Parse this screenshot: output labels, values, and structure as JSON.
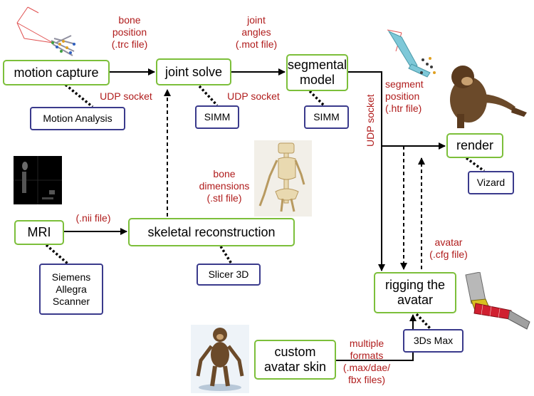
{
  "nodes": {
    "motion_capture": "motion capture",
    "joint_solve": "joint solve",
    "segmental_model": "segmental\nmodel",
    "render": "render",
    "mri": "MRI",
    "skeletal_reconstruction": "skeletal reconstruction",
    "rigging": "rigging the\navatar",
    "custom_skin": "custom\navatar skin"
  },
  "tools": {
    "motion_analysis": "Motion Analysis",
    "simm_1": "SIMM",
    "simm_2": "SIMM",
    "vizard": "Vizard",
    "siemens": "Siemens\nAllegra\nScanner",
    "slicer": "Slicer 3D",
    "max": "3Ds Max"
  },
  "labels": {
    "bone_position": "bone\nposition\n(.trc file)",
    "joint_angles": "joint\nangles\n(.mot file)",
    "udp_1": "UDP socket",
    "udp_2": "UDP socket",
    "udp_vertical": "UDP socket",
    "segment_position": "segment\nposition\n(.htr file)",
    "bone_dimensions": "bone\ndimensions\n(.stl file)",
    "nii_file": "(.nii file)",
    "avatar_cfg": "avatar\n(.cfg file)",
    "multiple_formats": "multiple\nformats\n(.max/dae/\nfbx files)"
  },
  "colors": {
    "process_border": "#7cbf3a",
    "tool_border": "#3a3a8c",
    "annotation_text": "#b01c1c",
    "arrow": "#000000"
  },
  "images": [
    "mocap-hand-model-image",
    "mri-scan-image",
    "skeleton-image",
    "segmental-arm-model-image",
    "monkey-render-image",
    "avatar-arm-mesh-image",
    "monkey-avatar-image"
  ]
}
